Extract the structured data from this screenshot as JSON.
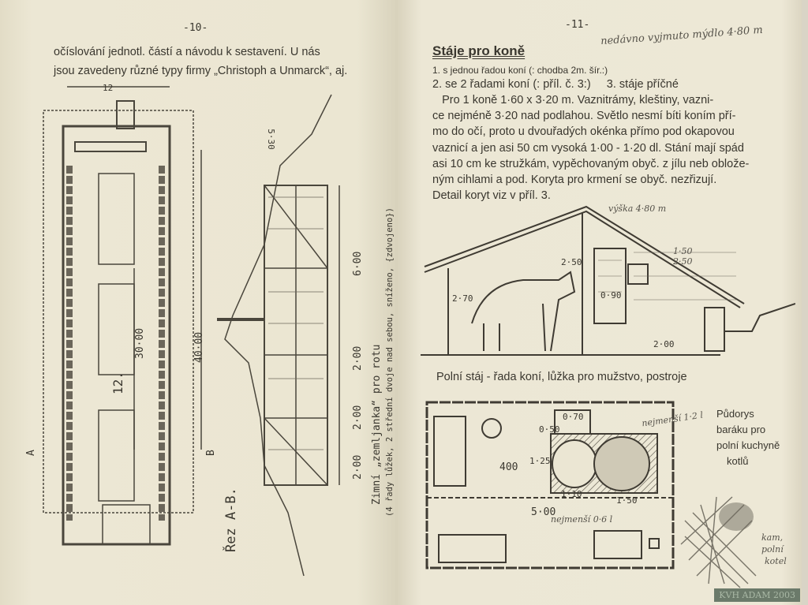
{
  "left_page": {
    "page_number": "-10-",
    "text_lines": [
      "očíslování jednotl. částí a návodu k sestavení. U nás",
      "jsou zavedeny různé typy firmy „Christoph a Unmarck“, aj."
    ],
    "drawing_labels": {
      "width_top": "12",
      "dim_530": "5·30",
      "dim_3000": "30·00",
      "dim_4000": "40·00",
      "dim_600": "6·00",
      "dim_200a": "2·00",
      "dim_200b": "2·00",
      "dim_200c": "2·00",
      "mark_a": "A",
      "mark_b": "B",
      "mark_12": "12.",
      "section_label": "Řez A-B."
    },
    "caption_lines": [
      "Zimní „zemljanka“ pro rotu",
      "(4 řady lůžek, 2 střední dvoje nad sebou, sníženo, {zdvojeno})"
    ]
  },
  "right_page": {
    "page_number": "-11-",
    "handwritten_top": "nedávno vyjmuto mýdlo 4·80 m",
    "title": "Stáje pro koně",
    "text_lines": [
      "1. s jednou řadou koní (: chodba 2m. šír.:)",
      "2. se 2 řadami koní (: příl. č. 3:)     3. stáje příčné",
      "   Pro 1 koně 1·60 x 3·20 m. Vaznitrámy, kleštiny, vazni-",
      "ce nejméně 3·20 nad podlahou. Světlo nesmí bíti koním pří-",
      "mo do očí, proto u dvouřadých okénka přímo pod okapovou",
      "vaznicí a jen asi 50 cm vysoká 1·00 - 1·20 dl. Stání mají spád",
      "asi 10 cm ke stružkám, vypěchovaným obyč. z jílu neb obložе-",
      "ným cihlami a pod. Koryta pro krmení se obyč. nezřizují.",
      "Detail koryt viz v příl. 3."
    ],
    "handwritten_mid": "výška 4·80 m",
    "stable_dims": {
      "h250": "2·50",
      "h270": "2·70",
      "w200": "2·00",
      "d090": "0·90",
      "s150": "1·50",
      "s250": "2·50"
    },
    "stable_caption": "Polní stáj - řada koní, lůžka pro mužstvo, postroje",
    "plan_dims": {
      "d070": "0·70",
      "d050": "0·50",
      "d400": "400",
      "d125": "1·25",
      "d110": "1·10",
      "d150": "1·50",
      "d500": "5·00"
    },
    "plan_hand_1": "nejmenší 1·2 l",
    "plan_hand_2": "nejmenší 0·6 l",
    "plan_caption": [
      "Půdorys",
      "baráku pro",
      "polní kuchyně",
      "kotlů"
    ],
    "scribble_note": [
      "kam,",
      "polní",
      "kotel"
    ]
  },
  "watermark": "KVH ADAM 2003"
}
